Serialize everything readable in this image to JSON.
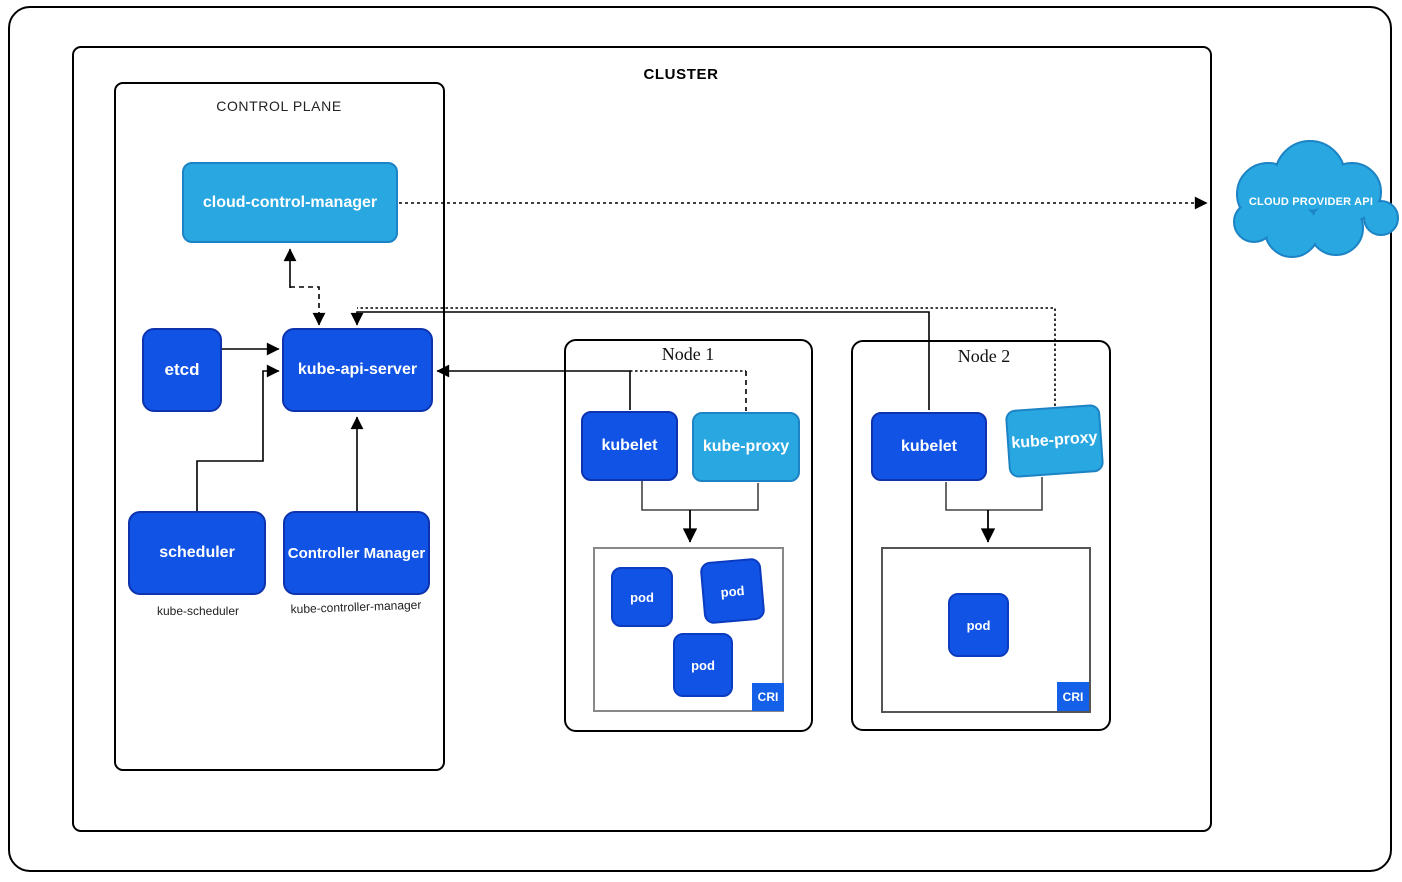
{
  "diagram": {
    "cluster_title": "CLUSTER",
    "control_plane": {
      "title": "CONTROL PLANE",
      "cloud_control_manager_label": "cloud-control-manager",
      "etcd_label": "etcd",
      "kube_api_server_label": "kube-api-server",
      "scheduler_label": "scheduler",
      "scheduler_caption": "kube-scheduler",
      "controller_manager_label": "Controller Manager",
      "controller_manager_caption": "kube-controller-manager"
    },
    "nodes": [
      {
        "title": "Node 1",
        "kubelet_label": "kubelet",
        "kube_proxy_label": "kube-proxy",
        "pods": [
          "pod",
          "pod",
          "pod"
        ],
        "cri_label": "CRI"
      },
      {
        "title": "Node 2",
        "kubelet_label": "kubelet",
        "kube_proxy_label": "kube-proxy",
        "pods": [
          "pod"
        ],
        "cri_label": "CRI"
      }
    ],
    "cloud_provider_api_label": "CLOUD PROVIDER API",
    "colors": {
      "component_blue": "#1153e4",
      "component_blue_border": "#0d33ae",
      "light_blue": "#29a7e1",
      "light_blue_border": "#1c83c4",
      "cri_blue": "#1560e8",
      "line_black": "#000000",
      "pods_box_gray": "#777777"
    }
  }
}
